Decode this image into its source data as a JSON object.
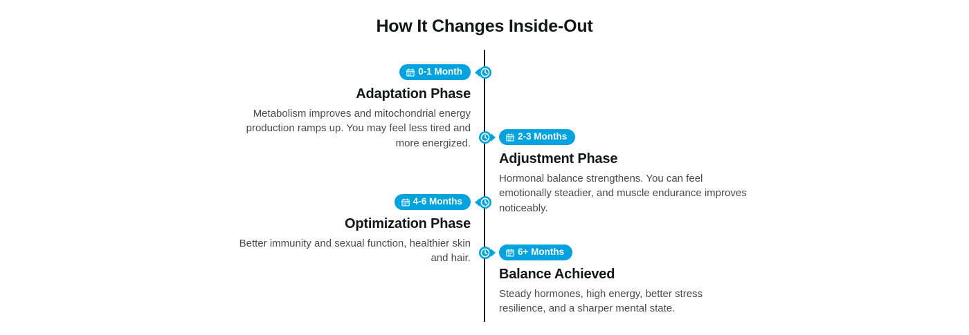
{
  "header": {
    "title": "How It Changes Inside-Out"
  },
  "theme": {
    "accent": "#00a3e0",
    "spine_color": "#1b1f24",
    "title_color": "#14161a",
    "body_color": "#4a4a4a",
    "background": "#ffffff"
  },
  "timeline": {
    "marker_icon": "clock-icon",
    "badge_icon": "calendar-icon",
    "entries": [
      {
        "badge": "0-1 Month",
        "title": "Adaptation Phase",
        "description": "Metabolism improves and mitochondrial energy production ramps up. You may feel less tired and more energized.",
        "side": "left"
      },
      {
        "badge": "2-3 Months",
        "title": "Adjustment Phase",
        "description": "Hormonal balance strengthens. You can feel emotionally steadier, and muscle endurance improves noticeably.",
        "side": "right"
      },
      {
        "badge": "4-6 Months",
        "title": "Optimization Phase",
        "description": "Better immunity and sexual function, healthier skin and hair.",
        "side": "left"
      },
      {
        "badge": "6+ Months",
        "title": "Balance Achieved",
        "description": "Steady hormones, high energy, better stress resilience, and a sharper mental state.",
        "side": "right"
      }
    ]
  }
}
